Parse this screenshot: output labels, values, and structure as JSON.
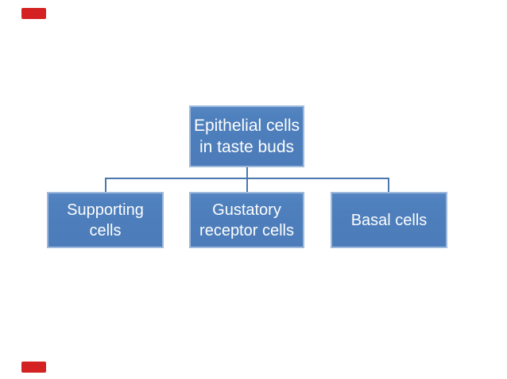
{
  "slide": {
    "background": "#ffffff",
    "accent_marks": {
      "color": "#d42222",
      "positions": [
        "top-left",
        "bottom-left"
      ]
    }
  },
  "diagram": {
    "type": "hierarchy-org-chart",
    "colors": {
      "box_fill": "#4e80bd",
      "box_border": "#9db9dc",
      "connector": "#4a77ad",
      "text": "#fdfdfd"
    },
    "boxes": [
      {
        "id": "root",
        "label": "Epithelial cells in taste buds",
        "lines": [
          "Epithelial cells",
          "in taste buds"
        ]
      },
      {
        "id": "supporting",
        "label": "Supporting cells",
        "lines": [
          "Supporting",
          "cells"
        ]
      },
      {
        "id": "gustatory",
        "label": "Gustatory receptor cells",
        "lines": [
          "Gustatory",
          "receptor cells"
        ]
      },
      {
        "id": "basal",
        "label": "Basal cells",
        "lines": [
          "Basal cells"
        ]
      }
    ],
    "edges": [
      {
        "from": "root",
        "to": "supporting"
      },
      {
        "from": "root",
        "to": "gustatory"
      },
      {
        "from": "root",
        "to": "basal"
      }
    ]
  }
}
